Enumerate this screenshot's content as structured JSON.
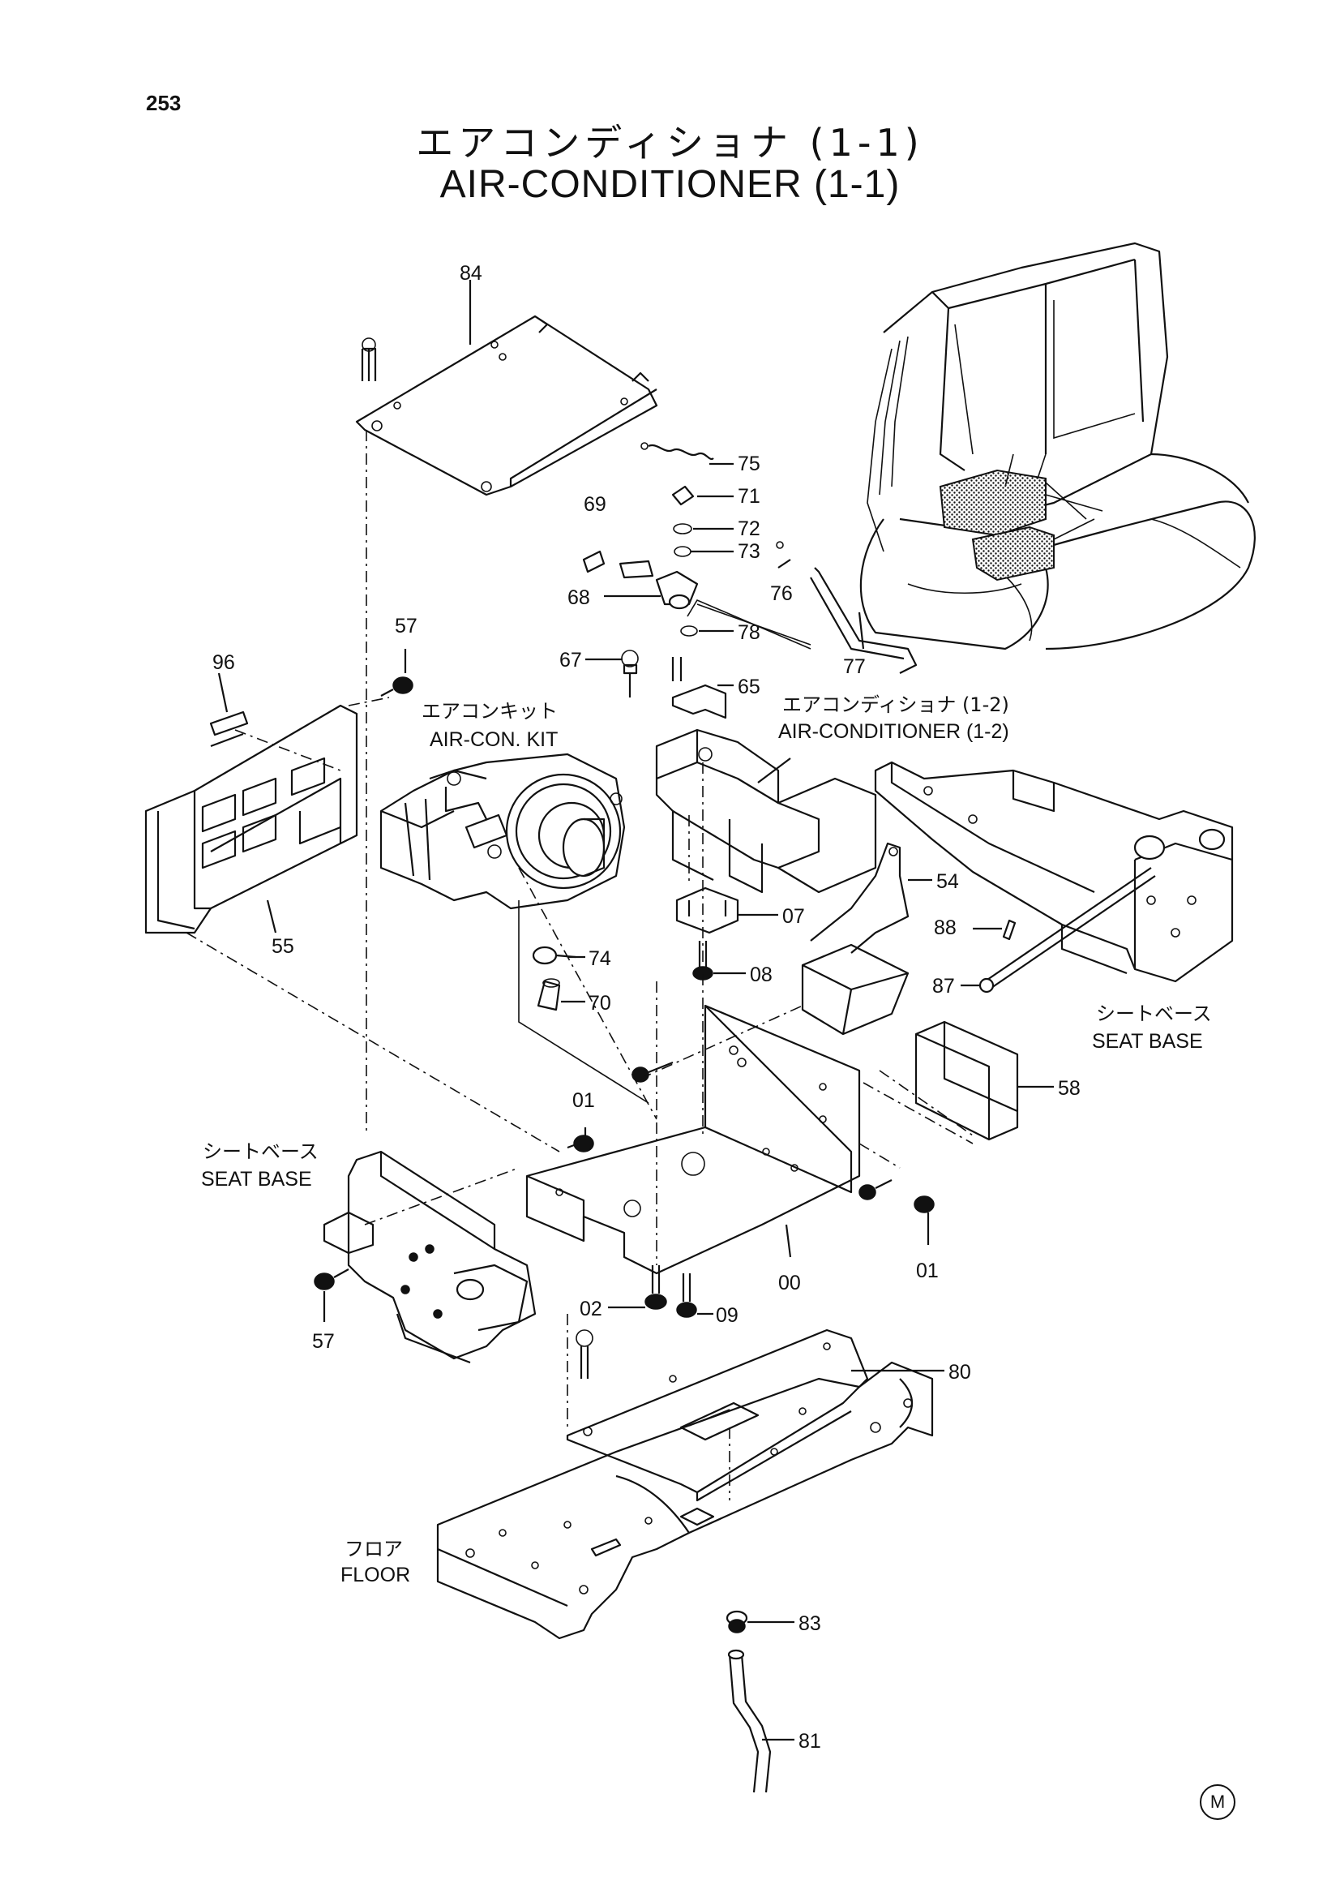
{
  "page_number": "253",
  "title_jp": "エアコンディショナ (1-1)",
  "title_en": "AIR-CONDITIONER (1-1)",
  "notes": {
    "aircon_kit_jp": "エアコンキット",
    "aircon_kit_en": "AIR-CON. KIT",
    "aircon_12_jp": "エアコンディショナ (1-2)",
    "aircon_12_en": "AIR-CONDITIONER (1-2)",
    "seat_base_right_jp": "シートベース",
    "seat_base_right_en": "SEAT BASE",
    "seat_base_left_jp": "シートベース",
    "seat_base_left_en": "SEAT BASE",
    "floor_jp": "フロア",
    "floor_en": "FLOOR"
  },
  "callouts": {
    "p84": "84",
    "p75": "75",
    "p71": "71",
    "p72": "72",
    "p73": "73",
    "p69": "69",
    "p68": "68",
    "p76": "76",
    "p77": "77",
    "p78": "78",
    "p67": "67",
    "p65": "65",
    "p57a": "57",
    "p96": "96",
    "p55": "55",
    "p54": "54",
    "p07": "07",
    "p74": "74",
    "p08": "08",
    "p70": "70",
    "p88": "88",
    "p87": "87",
    "p58": "58",
    "p01a": "01",
    "p01b": "01",
    "p00": "00",
    "p02": "02",
    "p09": "09",
    "p57b": "57",
    "p80": "80",
    "p83": "83",
    "p81": "81"
  },
  "mark": "M"
}
